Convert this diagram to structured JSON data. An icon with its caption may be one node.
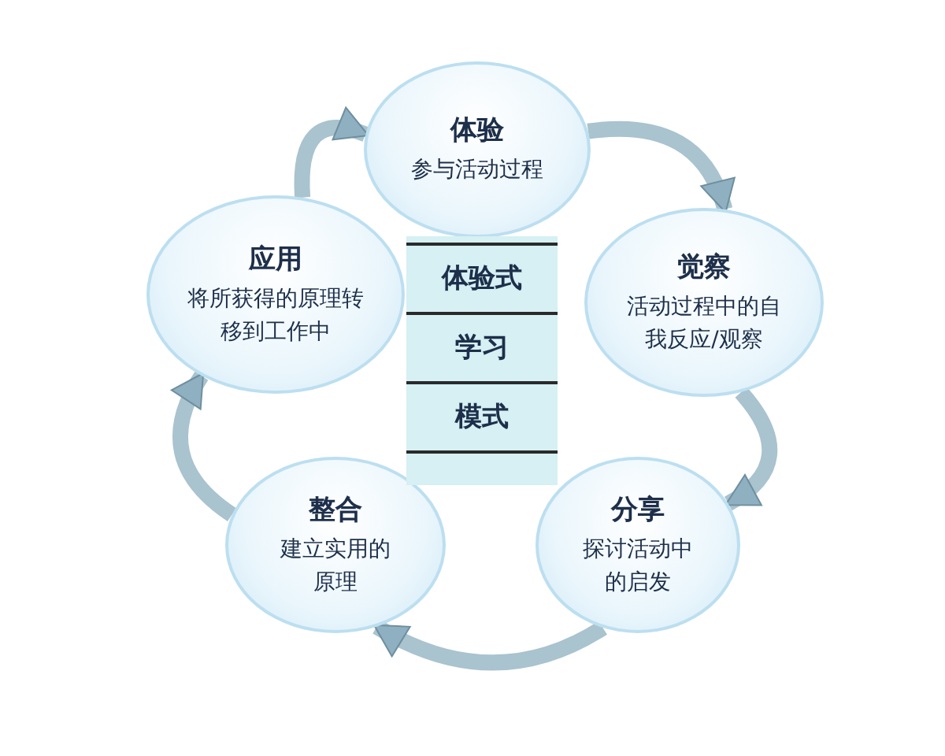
{
  "diagram": {
    "nodes": [
      {
        "text": [
          "体验",
          "参与活动过程"
        ]
      },
      {
        "text": [
          "觉察",
          "活动过程中的自我反应/观察"
        ]
      },
      {
        "text": [
          "分享",
          "探讨活动中的启发"
        ]
      },
      {
        "text": [
          "整合",
          "建立实用的原理"
        ]
      },
      {
        "text": [
          "应用",
          "将所获得的原理转移到工作中"
        ]
      },
      {
        "text": [
          "体验式",
          "学习",
          "模式"
        ]
      }
    ],
    "edges": [
      {
        "from": 0,
        "to": 1,
        "arrow": "to"
      },
      {
        "from": 1,
        "to": 2,
        "arrow": "to"
      },
      {
        "from": 2,
        "to": 3,
        "arrow": "to"
      },
      {
        "from": 3,
        "to": 4,
        "arrow": "to"
      },
      {
        "from": 4,
        "to": 0,
        "arrow": "to"
      }
    ]
  }
}
